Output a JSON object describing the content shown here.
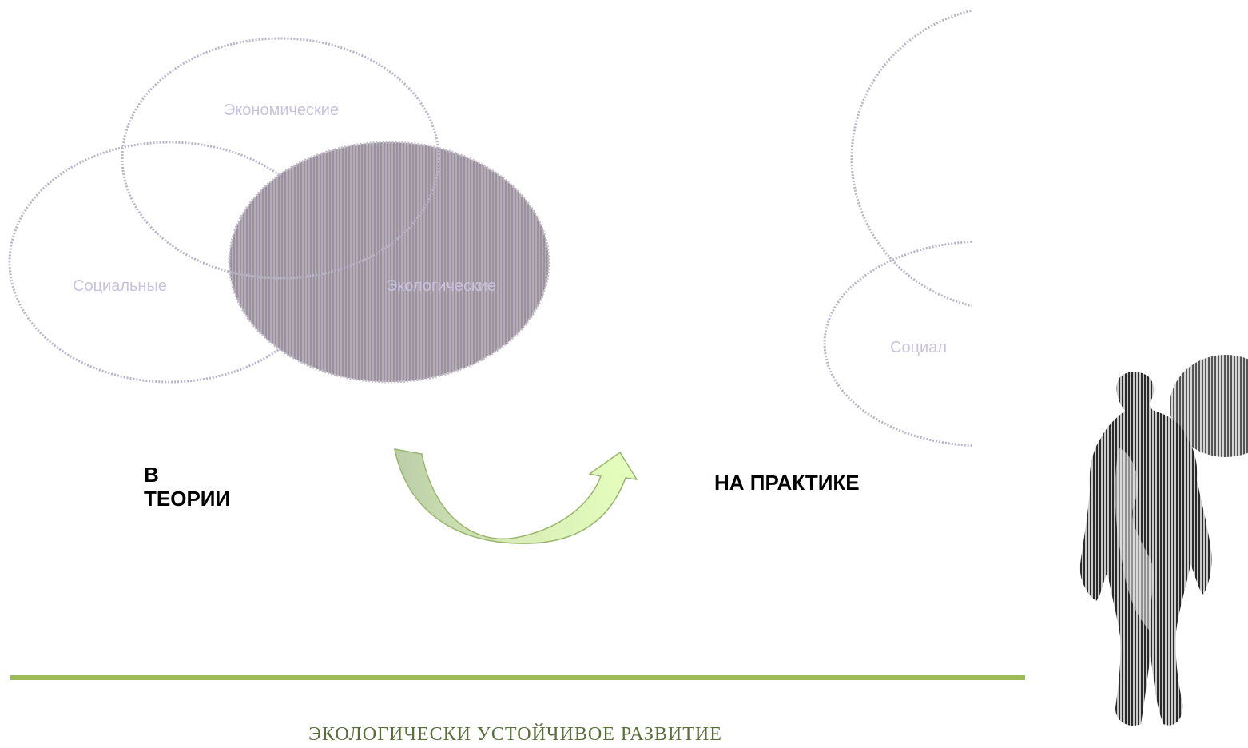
{
  "theory_diagram": {
    "labels": {
      "economic": "Экономические",
      "social": "Социальные",
      "ecological": "Экологические"
    }
  },
  "practice_diagram": {
    "labels": {
      "social_partial": "Социал"
    }
  },
  "headings": {
    "theory_line1": "В",
    "theory_line2": "ТЕОРИИ",
    "practice": "НА ПРАКТИКЕ"
  },
  "footer": {
    "title": "ЭКОЛОГИЧЕСКИ УСТОЙЧИВОЕ РАЗВИТИЕ"
  },
  "colors": {
    "accent_green": "#9bbb59",
    "arrow_fill": "#c7e28c",
    "ellipse_fill": "#a8a4a8"
  }
}
